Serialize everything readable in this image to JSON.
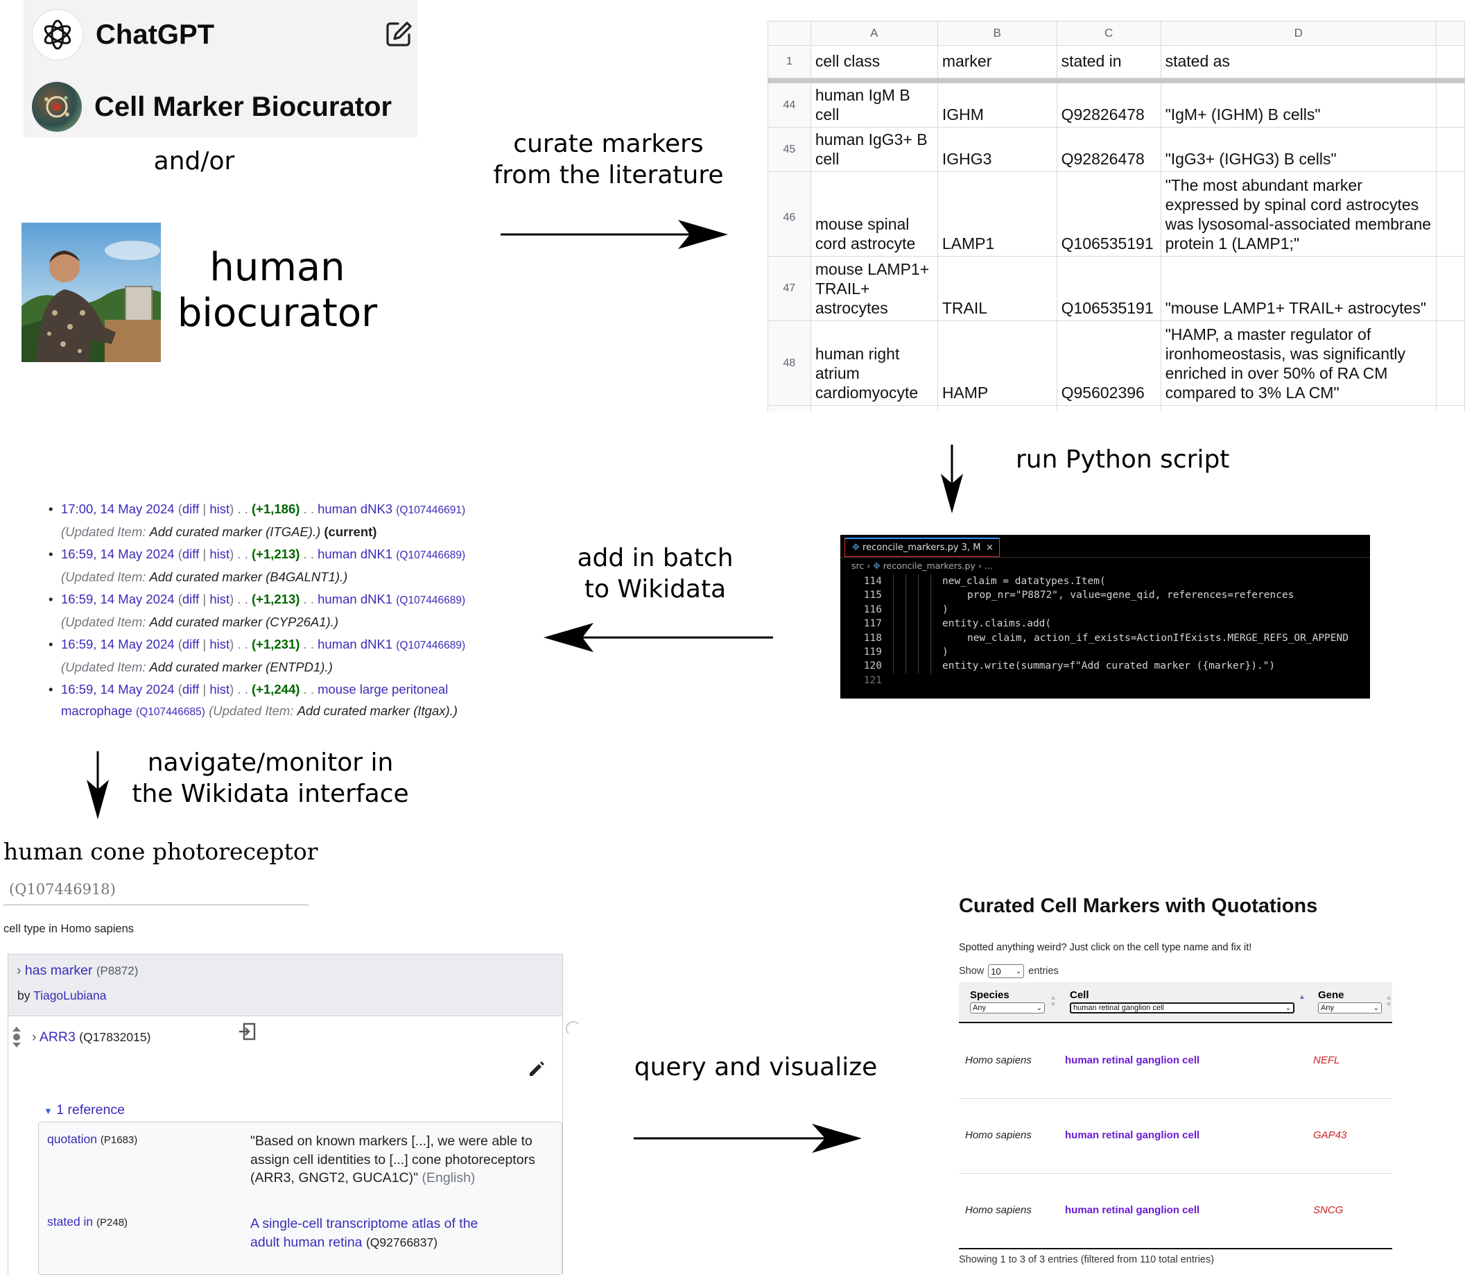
{
  "chatgpt": {
    "app_name": "ChatGPT",
    "gpt_name": "Cell Marker Biocurator"
  },
  "labels": {
    "and_or": "and/or",
    "human_biocurator_1": "human",
    "human_biocurator_2": "biocurator",
    "curate_1": "curate markers",
    "curate_2": "from the literature",
    "run_script": "run Python script",
    "batch_1": "add in batch",
    "batch_2": "to Wikidata",
    "nav_1": "navigate/monitor in",
    "nav_2": "the Wikidata interface",
    "query": "query and visualize"
  },
  "sheet": {
    "columns": [
      "A",
      "B",
      "C",
      "D"
    ],
    "header": {
      "row": "1",
      "cells": [
        "cell class",
        "marker",
        "stated in",
        "stated as"
      ]
    },
    "rows": [
      {
        "row": "44",
        "cell_class": "human IgM B cell",
        "marker": "IGHM",
        "stated_in": "Q92826478",
        "stated_as": "\"IgM+ (IGHM) B cells\""
      },
      {
        "row": "45",
        "cell_class": "human IgG3+ B cell",
        "marker": "IGHG3",
        "stated_in": "Q92826478",
        "stated_as": "\"IgG3+  (IGHG3)  B  cells\""
      },
      {
        "row": "46",
        "cell_class": "mouse spinal cord astrocyte",
        "marker": "LAMP1",
        "stated_in": "Q106535191",
        "stated_as": "\"The most abundant marker expressed by spinal cord astrocytes was lysosomal-associated membrane protein 1 (LAMP1;\""
      },
      {
        "row": "47",
        "cell_class": "mouse LAMP1+ TRAIL+ astrocytes",
        "marker": "TRAIL",
        "stated_in": "Q106535191",
        "stated_as": "\"mouse LAMP1+ TRAIL+ astrocytes\""
      },
      {
        "row": "48",
        "cell_class": "human right atrium cardiomyocyte",
        "marker": "HAMP",
        "stated_in": "Q95602396",
        "stated_as": "\"HAMP, a master regulator of ironhomeostasis, was significantly enriched in over 50% of RA CM compared to 3% LA CM\""
      }
    ]
  },
  "history": [
    {
      "time": "17:00, 14 May 2024",
      "diff": "diff",
      "hist": "hist",
      "size": "(+1,186)",
      "item": "human dNK3",
      "qid": "(Q107446691)",
      "updated": "(Updated Item:",
      "summary": "Add curated marker (ITGAE).)",
      "current": "(current)"
    },
    {
      "time": "16:59, 14 May 2024",
      "diff": "diff",
      "hist": "hist",
      "size": "(+1,213)",
      "item": "human dNK1",
      "qid": "(Q107446689)",
      "updated": "(Updated Item:",
      "summary": "Add curated marker (B4GALNT1).)"
    },
    {
      "time": "16:59, 14 May 2024",
      "diff": "diff",
      "hist": "hist",
      "size": "(+1,213)",
      "item": "human dNK1",
      "qid": "(Q107446689)",
      "updated": "(Updated Item:",
      "summary": "Add curated marker (CYP26A1).)"
    },
    {
      "time": "16:59, 14 May 2024",
      "diff": "diff",
      "hist": "hist",
      "size": "(+1,231)",
      "item": "human dNK1",
      "qid": "(Q107446689)",
      "updated": "(Updated Item:",
      "summary": "Add curated marker (ENTPD1).)"
    },
    {
      "time": "16:59, 14 May 2024",
      "diff": "diff",
      "hist": "hist",
      "size": "(+1,244)",
      "item": "mouse large peritoneal macrophage",
      "qid": "(Q107446685)",
      "updated": "(Updated Item:",
      "summary": "Add curated marker (Itgax).)"
    }
  ],
  "editor": {
    "tab": "reconcile_markers.py 3, M",
    "breadcrumb": [
      "src",
      "reconcile_markers.py",
      "..."
    ],
    "line_numbers": [
      "114",
      "115",
      "116",
      "117",
      "118",
      "119",
      "120",
      "121"
    ],
    "lines": [
      "new_claim = datatypes.Item(",
      "prop_nr=\"P8872\", value=gene_qid, references=references",
      ")",
      "entity.claims.add(",
      "new_claim, action_if_exists=ActionIfExists.MERGE_REFS_OR_APPEND",
      ")",
      "entity.write(summary=f\"Add curated marker ({marker}).\")",
      ""
    ]
  },
  "wikidata": {
    "title": "human cone photoreceptor",
    "qid": "(Q107446918)",
    "description": "cell type in Homo sapiens",
    "property": "has marker",
    "property_id": "(P8872)",
    "by": "by",
    "user": "TiagoLubiana",
    "value": "ARR3",
    "value_id": "(Q17832015)",
    "references_toggle": "1 reference",
    "quotation_label": "quotation",
    "quotation_id": "(P1683)",
    "quotation_text": "\"Based on known markers [...], we were able to assign cell identities to [...] cone photoreceptors (ARR3, GNGT2, GUCA1C)\"",
    "quotation_lang": "(English)",
    "stated_in_label": "stated in",
    "stated_in_id": "(P248)",
    "stated_in_value_1": "A single-cell transcriptome atlas of the",
    "stated_in_value_2": "adult human retina",
    "stated_in_value_id": "(Q92766837)"
  },
  "datatable": {
    "title": "Curated Cell Markers with Quotations",
    "subtitle": "Spotted anything weird? Just click on the cell type name and fix it!",
    "show": "Show",
    "page_size": "10",
    "entries": "entries",
    "columns": [
      {
        "label": "Species",
        "filter": "Any"
      },
      {
        "label": "Cell",
        "filter": "human retinal ganglion cell"
      },
      {
        "label": "Gene",
        "filter": "Any"
      }
    ],
    "rows": [
      {
        "species": "Homo sapiens",
        "cell": "human retinal ganglion cell",
        "gene": "NEFL"
      },
      {
        "species": "Homo sapiens",
        "cell": "human retinal ganglion cell",
        "gene": "GAP43"
      },
      {
        "species": "Homo sapiens",
        "cell": "human retinal ganglion cell",
        "gene": "SNCG"
      }
    ],
    "footer": "Showing 1 to 3 of 3 entries (filtered from 110 total entries)"
  },
  "colors": {
    "link": "#3a2cb8",
    "size_positive": "#006400",
    "gene": "#cc2222",
    "cell_link": "#6a1bd6"
  }
}
